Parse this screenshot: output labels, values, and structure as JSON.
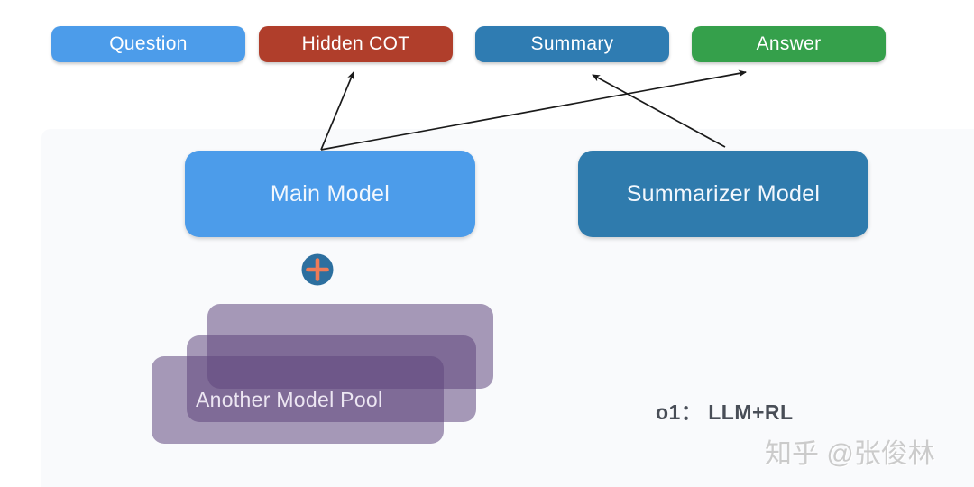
{
  "diagram": {
    "pills": [
      {
        "label": "Question",
        "color": "#4c9cea"
      },
      {
        "label": "Hidden COT",
        "color": "#b03e2b"
      },
      {
        "label": "Summary",
        "color": "#2f7cb2"
      },
      {
        "label": "Answer",
        "color": "#35a04b"
      }
    ],
    "models": [
      {
        "label": "Main Model",
        "color": "#4c9cea"
      },
      {
        "label": "Summarizer Model",
        "color": "#2f7bad"
      }
    ],
    "plus_icon": {
      "name": "plus-icon",
      "circle_color": "#2d6f9f",
      "plus_color": "#ef7b57"
    },
    "pool": {
      "label": "Another Model Pool",
      "color": "rgba(97,71,126,0.55)",
      "layers": 3
    },
    "arrows": [
      {
        "from": "Main Model",
        "to": "Hidden COT"
      },
      {
        "from": "Main Model",
        "to": "Answer"
      },
      {
        "from": "Summarizer Model",
        "to": "Summary"
      }
    ],
    "caption": "o1：  LLM+RL",
    "watermark": "知乎 @张俊林",
    "arrow_color": "#1a1a1a",
    "panel_color": "#f9fafc"
  }
}
